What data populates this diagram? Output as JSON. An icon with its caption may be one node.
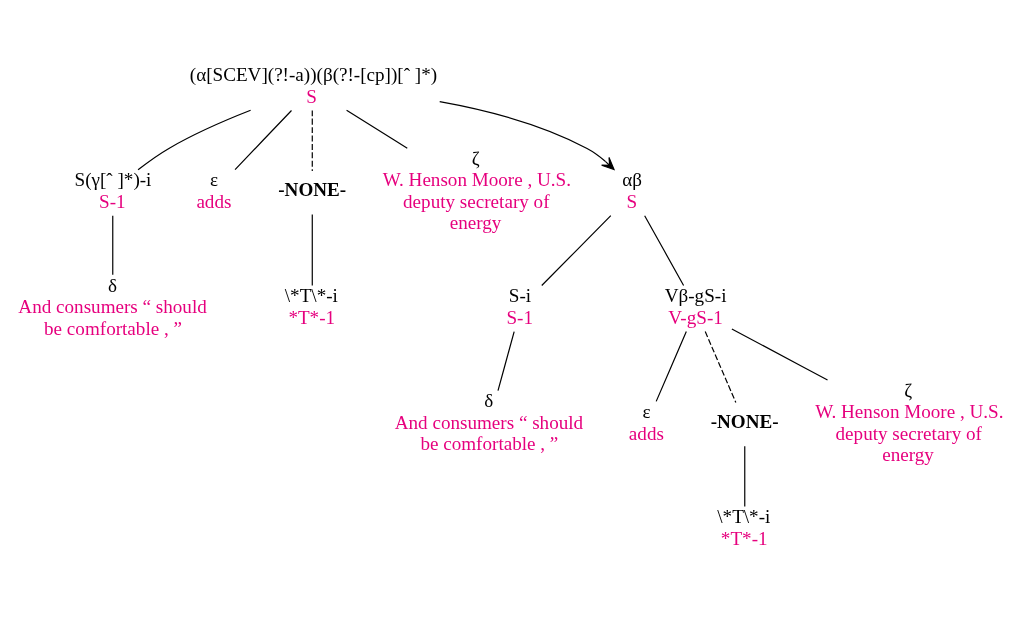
{
  "diagram": {
    "nodes": [
      {
        "text": [
          "(α[SCEV](?!-a))(β(?!-[cp])[ˆ ]*)",
          "S"
        ]
      },
      {
        "text": [
          "S(γ[ˆ ]*)-i",
          "S-1"
        ]
      },
      {
        "text": [
          "δ",
          "And consumers “ should be comfortable , ”"
        ]
      },
      {
        "text": [
          "ε",
          "adds"
        ]
      },
      {
        "text": [
          "-NONE-"
        ]
      },
      {
        "text": [
          "\\*T\\*-i",
          "*T*-1"
        ]
      },
      {
        "text": [
          "ζ",
          "W. Henson Moore , U.S. deputy secretary of energy"
        ]
      },
      {
        "text": [
          "αβ",
          "S"
        ]
      },
      {
        "text": [
          "S-i",
          "S-1"
        ]
      },
      {
        "text": [
          "δ",
          "And consumers “ should be comfortable , ”"
        ]
      },
      {
        "text": [
          "Vβ-gS-i",
          "V-gS-1"
        ]
      },
      {
        "text": [
          "ε",
          "adds"
        ]
      },
      {
        "text": [
          "-NONE-"
        ]
      },
      {
        "text": [
          "\\*T\\*-i",
          "*T*-1"
        ]
      },
      {
        "text": [
          "ζ",
          "W. Henson Moore , U.S. deputy secretary of energy"
        ]
      }
    ],
    "edges": [
      {
        "from": 0,
        "to": 1,
        "arrow": "none"
      },
      {
        "from": 0,
        "to": 3,
        "arrow": "none"
      },
      {
        "from": 0,
        "to": 4,
        "arrow": "none",
        "style": "dashed"
      },
      {
        "from": 0,
        "to": 6,
        "arrow": "none"
      },
      {
        "from": 1,
        "to": 2,
        "arrow": "none"
      },
      {
        "from": 4,
        "to": 5,
        "arrow": "none"
      },
      {
        "from": 0,
        "to": 7,
        "arrow": "to"
      },
      {
        "from": 7,
        "to": 8,
        "arrow": "none"
      },
      {
        "from": 7,
        "to": 10,
        "arrow": "none"
      },
      {
        "from": 8,
        "to": 9,
        "arrow": "none"
      },
      {
        "from": 10,
        "to": 11,
        "arrow": "none"
      },
      {
        "from": 10,
        "to": 12,
        "arrow": "none",
        "style": "dashed"
      },
      {
        "from": 10,
        "to": 14,
        "arrow": "none"
      },
      {
        "from": 12,
        "to": 13,
        "arrow": "none"
      }
    ]
  }
}
